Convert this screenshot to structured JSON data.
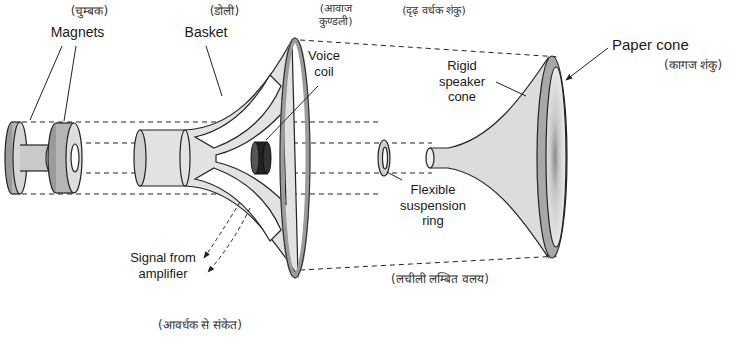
{
  "diagram": {
    "labels": [
      "(चुम्बक)",
      "Magnets",
      "(डोली)",
      "Basket",
      "(आवाज कुण्डली)",
      "Voice coil",
      "(दृढ़ वर्धक शंकु)",
      "Rigid speaker cone",
      "Paper cone",
      "(कागज शंकु)",
      "Flexible suspension ring",
      "(लचीली लम्बित वलय)",
      "Signal from amplifier",
      "(आवर्धक से संकेत)"
    ]
  }
}
